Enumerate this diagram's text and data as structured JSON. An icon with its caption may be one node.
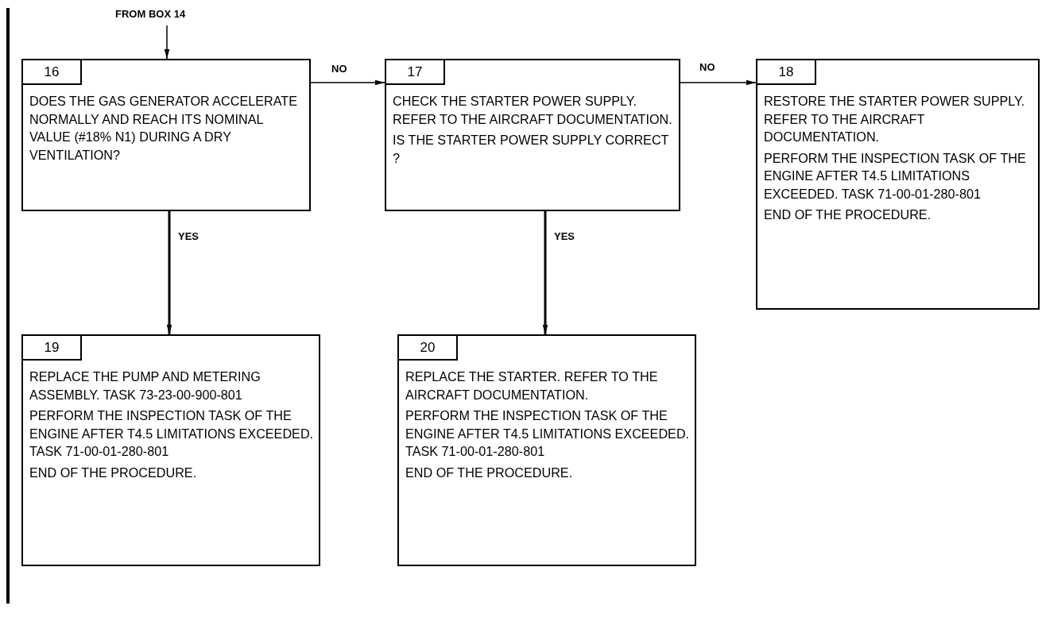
{
  "diagram": {
    "nodes": [
      {
        "text": [
          "FROM BOX 14"
        ]
      },
      {
        "text": [
          "16",
          "DOES THE GAS GENERATOR ACCELERATE NORMALLY AND REACH ITS NOMINAL VALUE (#18% N1) DURING A DRY VENTILATION?"
        ]
      },
      {
        "text": [
          "17",
          "CHECK THE STARTER POWER SUPPLY. REFER TO THE AIRCRAFT DOCUMENTATION.",
          "IS THE STARTER POWER SUPPLY CORRECT ?"
        ]
      },
      {
        "text": [
          "18",
          "RESTORE THE STARTER POWER SUPPLY. REFER TO THE AIRCRAFT DOCUMENTATION.",
          "PERFORM THE INSPECTION TASK OF THE ENGINE AFTER T4.5 LIMITATIONS EXCEEDED. TASK 71-00-01-280-801",
          "END OF THE PROCEDURE."
        ]
      },
      {
        "text": [
          "19",
          "REPLACE THE PUMP AND METERING ASSEMBLY. TASK 73-23-00-900-801",
          "PERFORM THE INSPECTION TASK OF THE ENGINE AFTER T4.5 LIMITATIONS EXCEEDED. TASK 71-00-01-280-801",
          "END OF THE PROCEDURE."
        ]
      },
      {
        "text": [
          "20",
          "REPLACE THE STARTER. REFER TO THE AIRCRAFT DOCUMENTATION.",
          "PERFORM THE INSPECTION TASK OF THE ENGINE AFTER T4.5 LIMITATIONS EXCEEDED. TASK 71-00-01-280-801",
          "END OF THE PROCEDURE."
        ]
      }
    ],
    "edges": [
      {
        "from": 0,
        "to": 1,
        "arrow": "to"
      },
      {
        "from": 1,
        "to": 2,
        "arrow": "to",
        "label": "NO"
      },
      {
        "from": 2,
        "to": 3,
        "arrow": "to",
        "label": "NO"
      },
      {
        "from": 1,
        "to": 4,
        "arrow": "to",
        "label": "YES"
      },
      {
        "from": 2,
        "to": 5,
        "arrow": "to",
        "label": "YES"
      }
    ]
  }
}
